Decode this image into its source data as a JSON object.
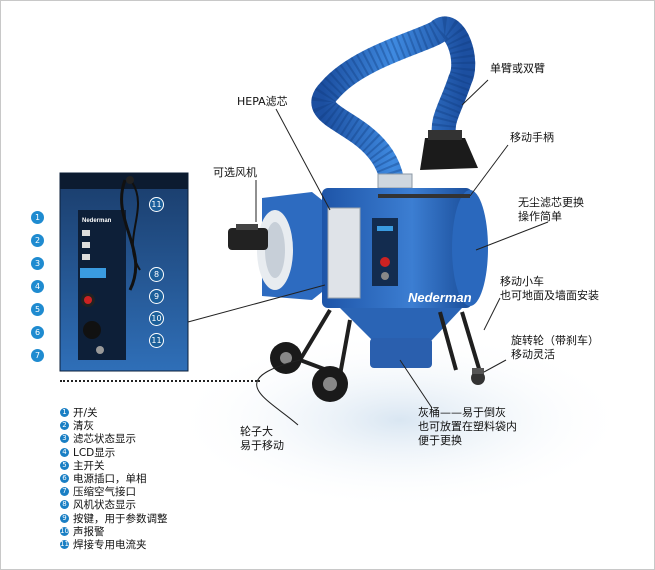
{
  "labels": {
    "arm": "单臂或双臂",
    "hepa": "HEPA滤芯",
    "fan": "可选风机",
    "handle": "移动手柄",
    "filter_change_1": "无尘滤芯更换",
    "filter_change_2": "操作简单",
    "cart_1": "移动小车",
    "cart_2": "也可地面及墙面安装",
    "caster_1": "旋转轮（带刹车）",
    "caster_2": "移动灵活",
    "wheel_1": "轮子大",
    "wheel_2": "易于移动",
    "bin_1": "灰桶——易于倒灰",
    "bin_2": "也可放置在塑料袋内",
    "bin_3": "便于更换",
    "brand": "Nederman"
  },
  "panel_badges_left": [
    "1",
    "2",
    "3",
    "4",
    "5",
    "6",
    "7"
  ],
  "panel_badges_right": [
    "8",
    "9",
    "10",
    "11"
  ],
  "panel_badge_top": "11",
  "legend": [
    {
      "dot": "1",
      "text": "开/关"
    },
    {
      "dot": "2",
      "text": "清灰"
    },
    {
      "dot": "3",
      "text": "滤芯状态显示"
    },
    {
      "dot": "4",
      "text": "LCD显示"
    },
    {
      "dot": "5",
      "text": "主开关"
    },
    {
      "dot": "6",
      "text": "电源插口，单相"
    },
    {
      "dot": "7",
      "text": "压缩空气接口"
    },
    {
      "dot": "8",
      "text": "风机状态显示"
    },
    {
      "dot": "9",
      "text": "按键，用于参数调整"
    },
    {
      "dot": "10",
      "text": "声报警"
    },
    {
      "dot": "11",
      "text": "焊接专用电流夹"
    }
  ],
  "colors": {
    "accent": "#1a7fc4",
    "body": "#2a64b5",
    "dark": "#1d2a3a"
  }
}
